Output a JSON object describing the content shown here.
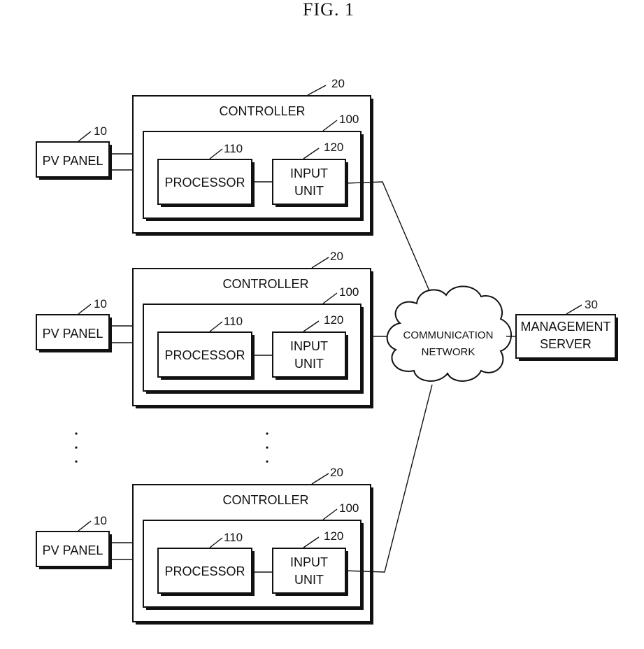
{
  "figure": {
    "title": "FIG.  1",
    "pv_panel_label": "PV PANEL",
    "pv_panel_ref": "10",
    "controller_label": "CONTROLLER",
    "controller_ref": "20",
    "inner_ref": "100",
    "processor_label": "PROCESSOR",
    "processor_ref": "110",
    "input_unit_line1": "INPUT",
    "input_unit_line2": "UNIT",
    "input_unit_ref": "120",
    "network_line1": "COMMUNICATION",
    "network_line2": "NETWORK",
    "server_line1": "MANAGEMENT",
    "server_line2": "SERVER",
    "server_ref": "30"
  }
}
